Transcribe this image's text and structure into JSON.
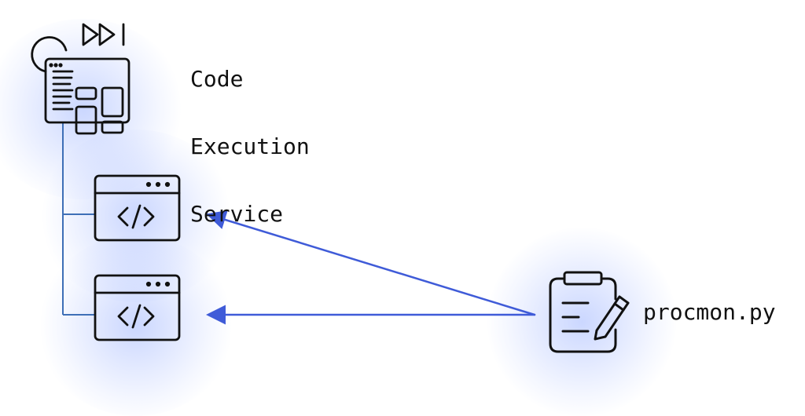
{
  "service": {
    "title_lines": [
      "Code",
      "Execution",
      "Service"
    ],
    "icons": {
      "brand": "fast-forward-icon",
      "main": "dashboard-window-icon"
    }
  },
  "windows": [
    {
      "icon": "code-window-icon"
    },
    {
      "icon": "code-window-icon"
    }
  ],
  "file": {
    "label": "procmon.py",
    "icon": "clipboard-edit-icon"
  },
  "colors": {
    "line": "#3E6FB7",
    "arrow": "#3F5BD8",
    "icon": "#111111",
    "glow": "#5A7CFF"
  }
}
